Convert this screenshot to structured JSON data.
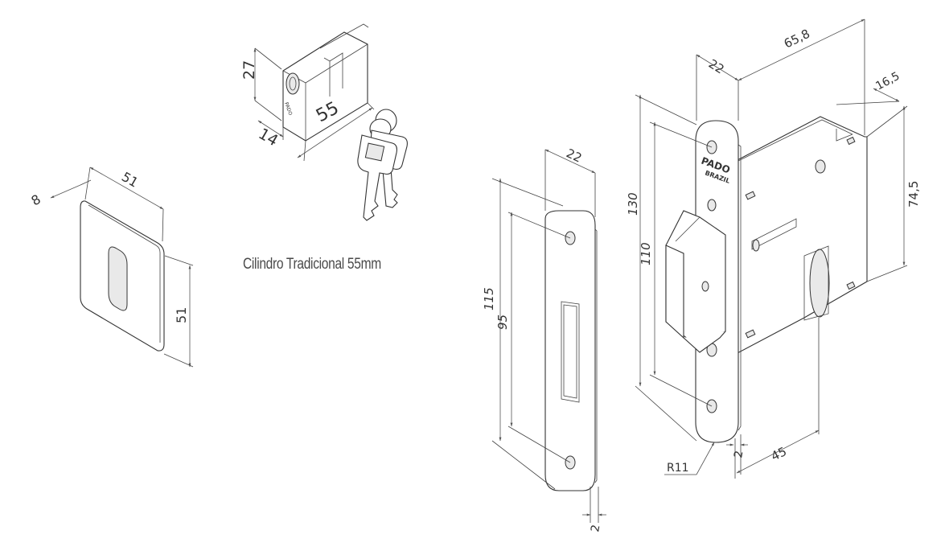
{
  "caption": "Cilindro Tradicional 55mm",
  "brand": {
    "logo": "PADO",
    "country": "BRAZIL"
  },
  "rosette": {
    "width": "51",
    "height": "51",
    "depth": "8"
  },
  "cylinder": {
    "height": "27",
    "depth": "14",
    "length": "55"
  },
  "strike_plate": {
    "width": "22",
    "height": "115",
    "hole_spacing": "95",
    "thickness": "2"
  },
  "lock_body": {
    "faceplate_width": "22",
    "body_width": "65,8",
    "backset_offset": "16,5",
    "faceplate_height": "130",
    "hole_spacing": "110",
    "body_height": "74,5",
    "backset": "45",
    "thickness": "2",
    "radius": "R11"
  }
}
